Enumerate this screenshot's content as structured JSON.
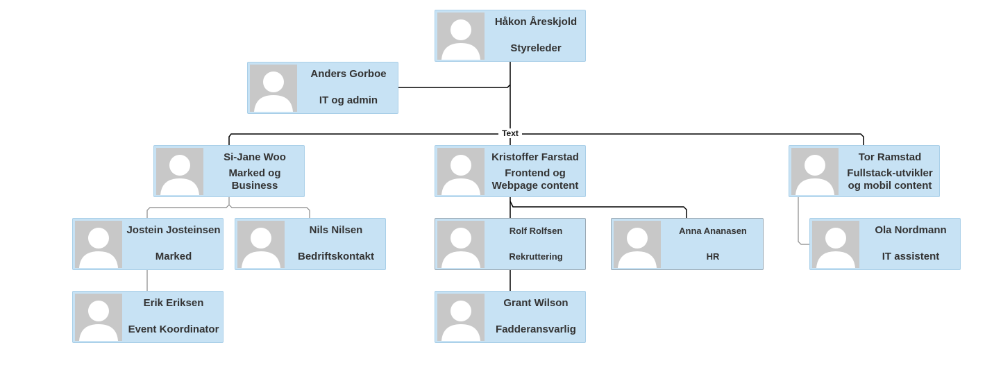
{
  "connector_label": "Text",
  "colors": {
    "card_fill": "#c7e2f4",
    "avatar_fill": "#c8c8c8",
    "text": "#333333"
  },
  "people": {
    "hakon": {
      "name": "Håkon Åreskjold",
      "role": "Styreleder"
    },
    "anders": {
      "name": "Anders Gorboe",
      "role": "IT og admin"
    },
    "sijane": {
      "name": "Si-Jane Woo",
      "role": "Marked og Business"
    },
    "kristoffer": {
      "name": "Kristoffer Farstad",
      "role": "Frontend og Webpage content"
    },
    "tor": {
      "name": "Tor Ramstad",
      "role": "Fullstack-utvikler og mobil content"
    },
    "jostein": {
      "name": "Jostein Josteinsen",
      "role": "Marked"
    },
    "nils": {
      "name": "Nils Nilsen",
      "role": "Bedriftskontakt"
    },
    "rolf": {
      "name": "Rolf Rolfsen",
      "role": "Rekruttering"
    },
    "anna": {
      "name": "Anna Ananasen",
      "role": "HR"
    },
    "ola": {
      "name": "Ola Nordmann",
      "role": "IT assistent"
    },
    "erik": {
      "name": "Erik Eriksen",
      "role": "Event Koordinator"
    },
    "grant": {
      "name": "Grant Wilson",
      "role": "Fadderansvarlig"
    }
  }
}
